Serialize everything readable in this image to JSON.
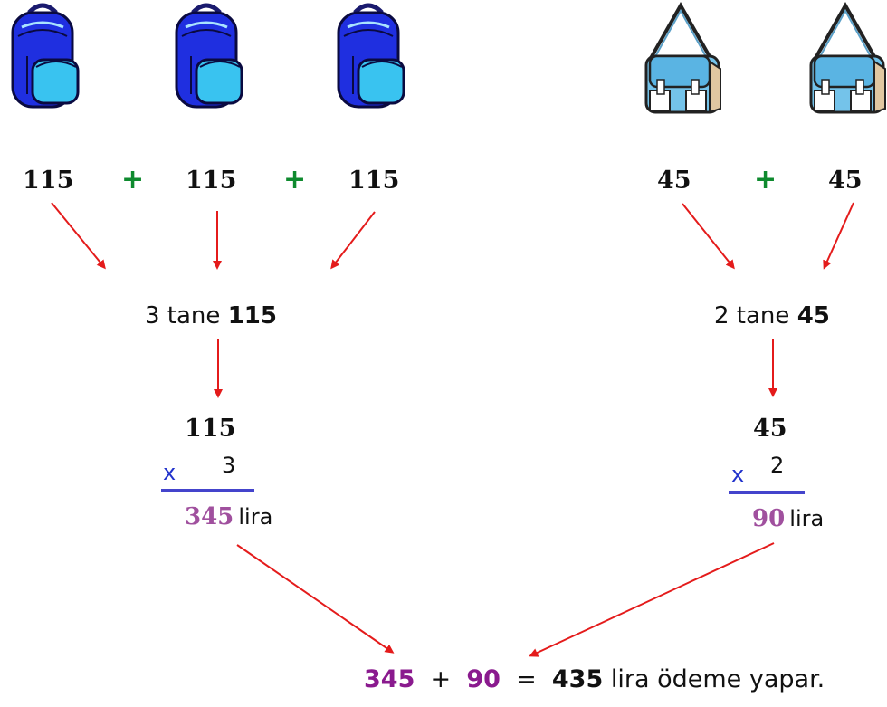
{
  "left": {
    "addends": [
      "115",
      "115",
      "115"
    ],
    "plus": "+",
    "phrase_prefix": "3 tane",
    "phrase_value": "115",
    "mult_top": "115",
    "mult_sign": "x",
    "mult_factor": "3",
    "result": "345",
    "unit": "lira"
  },
  "right": {
    "addends": [
      "45",
      "45"
    ],
    "plus": "+",
    "phrase_prefix": "2 tane",
    "phrase_value": "45",
    "mult_top": "45",
    "mult_sign": "x",
    "mult_factor": "2",
    "result": "90",
    "unit": "lira"
  },
  "final": {
    "a": "345",
    "plus": "+",
    "b": "90",
    "equals": "=",
    "total": "435",
    "suffix": "lira ödeme yapar."
  },
  "colors": {
    "arrow": "#e41b1b",
    "plus": "#0e8a2e",
    "result": "#a0509e",
    "final_highlight": "#8a1a8e",
    "mult_line": "#4444cc"
  },
  "icons": [
    "backpack-icon",
    "backpack-icon",
    "backpack-icon",
    "shoulder-bag-icon",
    "shoulder-bag-icon"
  ]
}
